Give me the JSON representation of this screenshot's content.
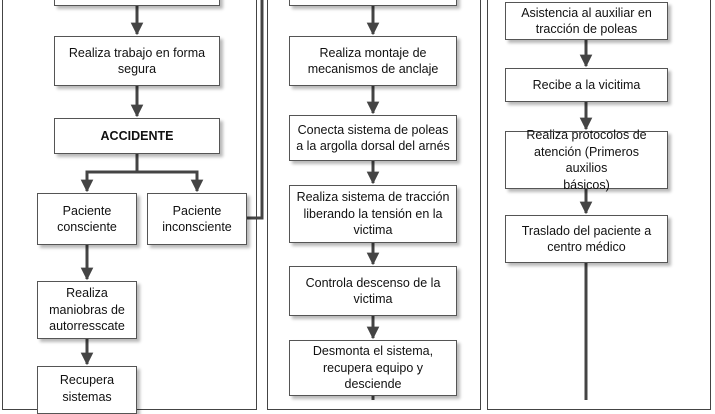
{
  "column_left": {
    "trabajo": "Realiza trabajo en forma\nsegura",
    "accidente": "ACCIDENTE",
    "consciente": "Paciente\nconsciente",
    "inconsciente": "Paciente\ninconsciente",
    "maniobras": "Realiza\nmaniobras de\nautorresscate",
    "recupera": "Recupera\nsistemas"
  },
  "column_middle": {
    "montaje": "Realiza montaje de\nmecanismos de anclaje",
    "conecta": "Conecta sistema de poleas\na la argolla dorsal del arnés",
    "traccion": "Realiza sistema de tracción\nliberando la tensión en la\nvictima",
    "descenso": "Controla descenso de la\nvictima",
    "desmonta": "Desmonta el sistema,\nrecupera equipo y\ndesciende"
  },
  "column_right": {
    "asistencia": "Asistencia al auxiliar en\ntracción de poleas",
    "recibe": "Recibe a la vicitima",
    "protocolos": "Realiza protocolos de\natención (Primeros auxilios\nbásicos)",
    "traslado": "Traslado del paciente a\ncentro médico"
  }
}
